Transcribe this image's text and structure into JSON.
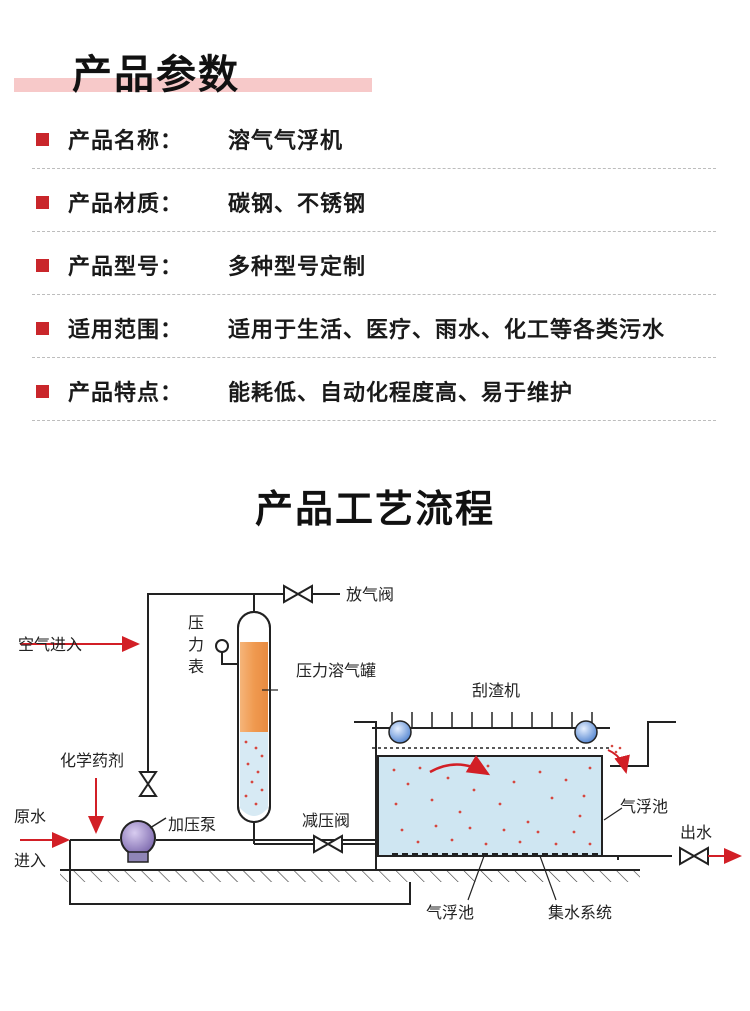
{
  "section_params": {
    "title": "产品参数"
  },
  "params": [
    {
      "label": "产品名称：",
      "value": "溶气气浮机"
    },
    {
      "label": "产品材质：",
      "value": "碳钢、不锈钢"
    },
    {
      "label": "产品型号：",
      "value": "多种型号定制"
    },
    {
      "label": "适用范围：",
      "value": "适用于生活、医疗、雨水、化工等各类污水"
    },
    {
      "label": "产品特点：",
      "value": "能耗低、自动化程度高、易于维护"
    }
  ],
  "section_flow": {
    "title": "产品工艺流程"
  },
  "diagram": {
    "labels": {
      "vent_valve": "放气阀",
      "air_in": "空气进入",
      "gauge_1": "压",
      "gauge_2": "力",
      "gauge_3": "表",
      "tank": "压力溶气罐",
      "scraper": "刮渣机",
      "chemical": "化学药剂",
      "raw_water_1": "原水",
      "raw_water_2": "进入",
      "pump": "加压泵",
      "reducing_valve": "减压阀",
      "flotation_right": "气浮池",
      "outlet": "出水",
      "flotation_bottom": "气浮池",
      "collection": "集水系统"
    },
    "colors": {
      "arrow": "#d21f26",
      "water": "#cfe6f2",
      "tank_orange": "#f0a05a",
      "pump": "#8a78b8",
      "valve_blue": "#5b8fd6"
    }
  }
}
